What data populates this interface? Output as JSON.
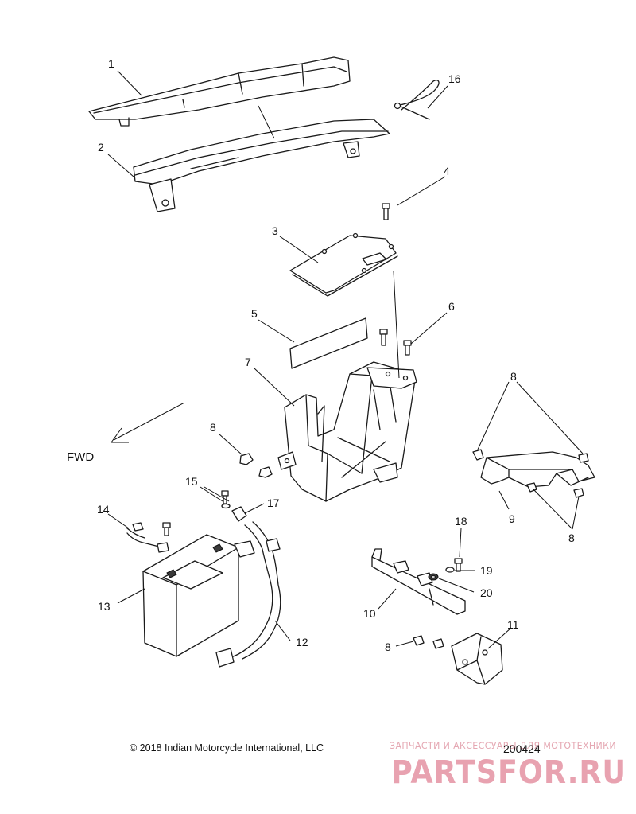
{
  "callouts": [
    {
      "id": "c1",
      "label": "1"
    },
    {
      "id": "c2",
      "label": "2"
    },
    {
      "id": "c3",
      "label": "3"
    },
    {
      "id": "c4",
      "label": "4"
    },
    {
      "id": "c5",
      "label": "5"
    },
    {
      "id": "c6",
      "label": "6"
    },
    {
      "id": "c7",
      "label": "7"
    },
    {
      "id": "c8a",
      "label": "8"
    },
    {
      "id": "c8b",
      "label": "8"
    },
    {
      "id": "c8c",
      "label": "8"
    },
    {
      "id": "c8d",
      "label": "8"
    },
    {
      "id": "c9",
      "label": "9"
    },
    {
      "id": "c10",
      "label": "10"
    },
    {
      "id": "c11",
      "label": "11"
    },
    {
      "id": "c12",
      "label": "12"
    },
    {
      "id": "c13",
      "label": "13"
    },
    {
      "id": "c14",
      "label": "14"
    },
    {
      "id": "c15",
      "label": "15"
    },
    {
      "id": "c16",
      "label": "16"
    },
    {
      "id": "c17",
      "label": "17"
    },
    {
      "id": "c18",
      "label": "18"
    },
    {
      "id": "c19",
      "label": "19"
    },
    {
      "id": "c20",
      "label": "20"
    }
  ],
  "fwd_label": "FWD",
  "copyright": "© 2018 Indian Motorcycle International, LLC",
  "drawing_number": "200424",
  "watermark": {
    "subtitle": "ЗАПЧАСТИ И АКСЕССУАРЫ ДЛЯ МОТОТЕХНИКИ",
    "brand": "PARTSFOR.RU"
  }
}
